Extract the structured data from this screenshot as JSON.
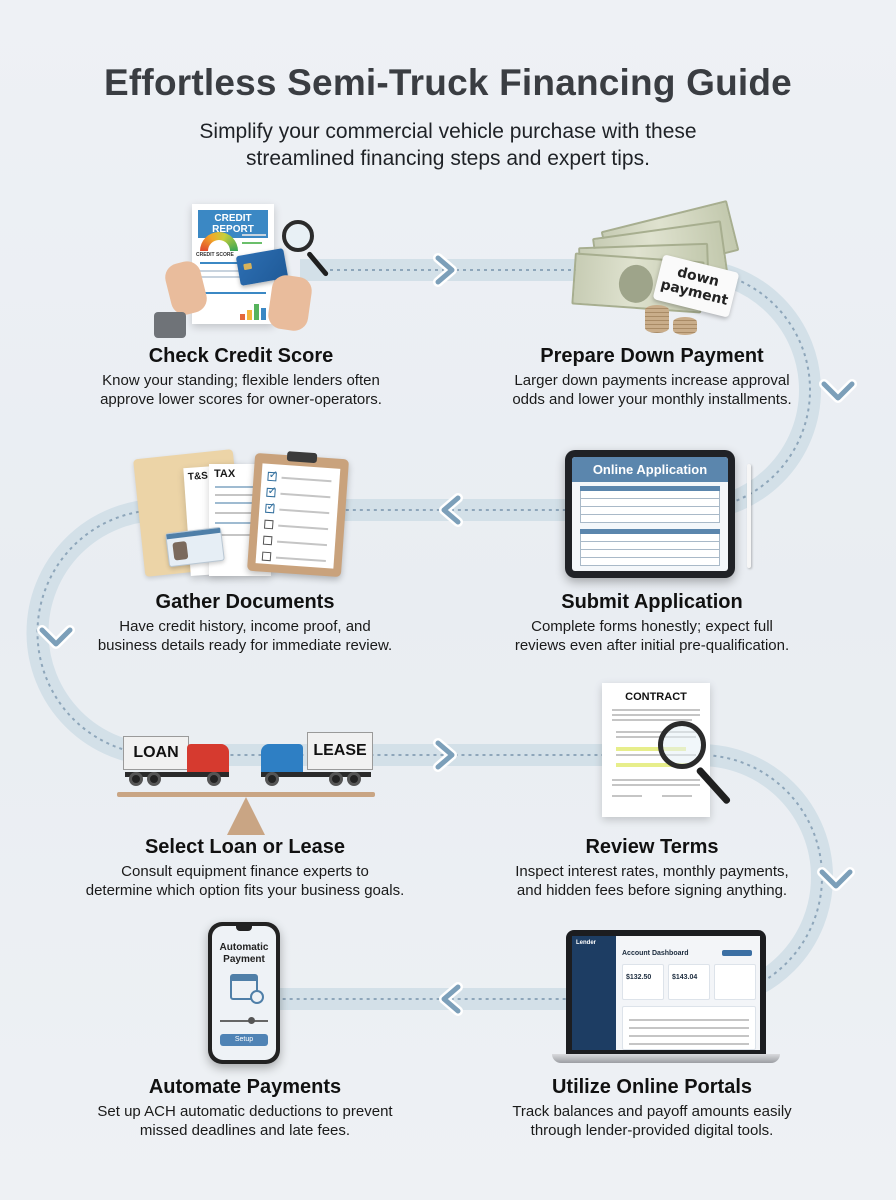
{
  "header": {
    "title": "Effortless Semi-Truck Financing Guide",
    "subtitle_line1": "Simplify your commercial vehicle purchase with these",
    "subtitle_line2": "streamlined financing steps and expert tips."
  },
  "colors": {
    "background": "#edf0f4",
    "path_band": "#d3e0e8",
    "path_dots": "#8ea6ba",
    "chevron": "#7c9fb9",
    "title": "#3a3d42"
  },
  "path": {
    "direction": "serpentine",
    "chevrons": [
      {
        "position": "row1-middle",
        "direction": "right"
      },
      {
        "position": "right-curve-1",
        "direction": "down"
      },
      {
        "position": "row2-middle",
        "direction": "left"
      },
      {
        "position": "left-curve",
        "direction": "down"
      },
      {
        "position": "row3-middle",
        "direction": "right"
      },
      {
        "position": "right-curve-2",
        "direction": "down"
      },
      {
        "position": "row4-middle",
        "direction": "left"
      }
    ]
  },
  "steps": [
    {
      "order": 1,
      "title": "Check Credit Score",
      "desc_line1": "Know your standing; flexible lenders often",
      "desc_line2": "approve lower scores for owner-operators.",
      "illustration": "credit-report",
      "illus_text": "CREDIT REPORT",
      "illus_subtext": "CREDIT SCORE"
    },
    {
      "order": 2,
      "title": "Prepare Down Payment",
      "desc_line1": "Larger down payments increase approval",
      "desc_line2": "odds and lower your monthly installments.",
      "illustration": "cash-stack-with-tag",
      "illus_tag_line1": "down",
      "illus_tag_line2": "payment"
    },
    {
      "order": 3,
      "title": "Submit Application",
      "desc_line1": "Complete forms honestly; expect full",
      "desc_line2": "reviews even after initial pre-qualification.",
      "illustration": "tablet-form",
      "illus_text": "Online Application"
    },
    {
      "order": 4,
      "title": "Gather Documents",
      "desc_line1": "Have credit history, income proof, and",
      "desc_line2": "business details ready for immediate review.",
      "illustration": "folder-clipboard",
      "illus_text": "TAX",
      "illus_form_code": "T&S"
    },
    {
      "order": 5,
      "title": "Select Loan or Lease",
      "desc_line1": "Consult equipment finance experts to",
      "desc_line2": "determine which option fits your business goals.",
      "illustration": "trucks-on-seesaw",
      "illus_left_label": "LOAN",
      "illus_right_label": "LEASE"
    },
    {
      "order": 6,
      "title": "Review Terms",
      "desc_line1": "Inspect interest rates, monthly payments,",
      "desc_line2": "and hidden fees before signing anything.",
      "illustration": "contract-magnifier",
      "illus_text": "CONTRACT"
    },
    {
      "order": 7,
      "title": "Utilize Online Portals",
      "desc_line1": "Track balances and payoff amounts easily",
      "desc_line2": "through lender-provided digital tools.",
      "illustration": "laptop-dashboard",
      "illus_brand": "Lender",
      "illus_heading": "Account Dashboard",
      "illus_amount_1": "$132.50",
      "illus_amount_2": "$143.04"
    },
    {
      "order": 8,
      "title": "Automate Payments",
      "desc_line1": "Set up ACH automatic deductions to prevent",
      "desc_line2": "missed deadlines and late fees.",
      "illustration": "phone-calendar",
      "illus_text_line1": "Automatic",
      "illus_text_line2": "Payment",
      "illus_button": "Setup"
    }
  ]
}
